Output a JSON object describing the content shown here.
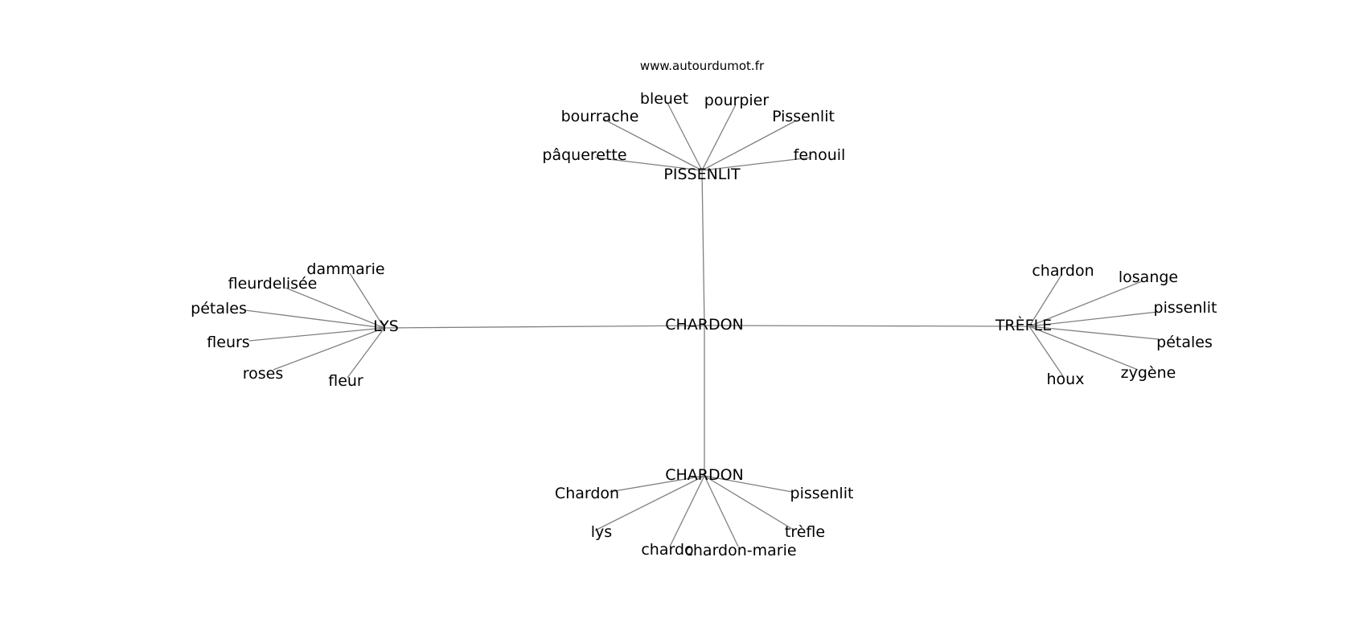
{
  "site_label": "www.autourdumot.fr",
  "center": {
    "label": "CHARDON"
  },
  "hubs": [
    {
      "id": "pissenlit",
      "label": "PISSENLIT",
      "leaves": [
        "pâquerette",
        "bourrache",
        "bleuet",
        "pourpier",
        "Pissenlit",
        "fenouil"
      ]
    },
    {
      "id": "lys",
      "label": "LYS",
      "leaves": [
        "dammarie",
        "fleurdelisée",
        "pétales",
        "fleurs",
        "roses",
        "fleur"
      ]
    },
    {
      "id": "trefle",
      "label": "TRÈFLE",
      "leaves": [
        "chardon",
        "losange",
        "pissenlit",
        "pétales",
        "zygène",
        "houx"
      ]
    },
    {
      "id": "chardon",
      "label": "CHARDON",
      "leaves": [
        "Chardon",
        "lys",
        "chardo",
        "chardon-marie",
        "trèfle",
        "pissenlit"
      ]
    }
  ]
}
